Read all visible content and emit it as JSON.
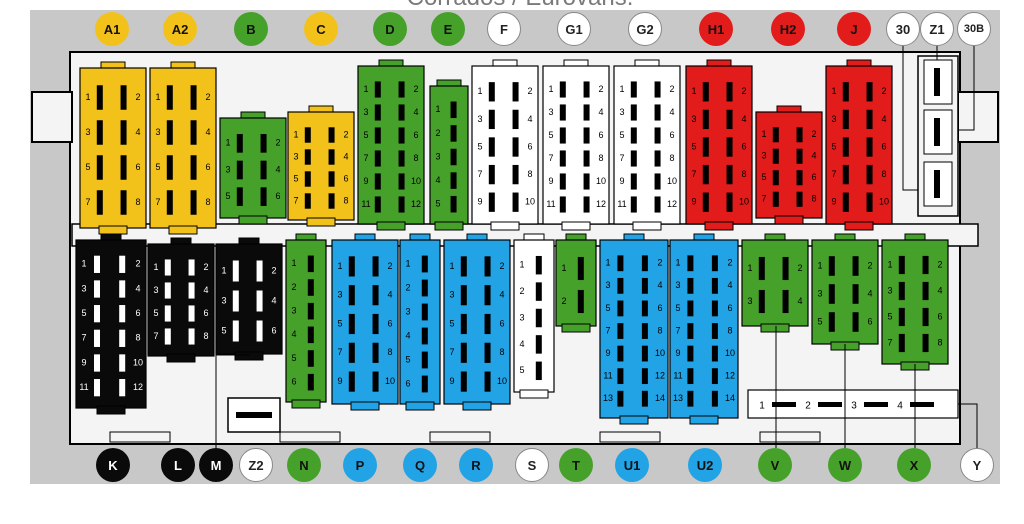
{
  "title": "Corrados / Eurovans.",
  "colors": {
    "yellow": "#f2c21b",
    "green": "#46a12b",
    "white": "#ffffff",
    "red": "#e21b1b",
    "black": "#0a0a0a",
    "blue": "#22a3e6",
    "grey": "#d5d5d5",
    "panel": "#c8c8c8"
  },
  "top_labels": [
    {
      "text": "A1",
      "color": "yellow"
    },
    {
      "text": "A2",
      "color": "yellow"
    },
    {
      "text": "B",
      "color": "green"
    },
    {
      "text": "C",
      "color": "yellow"
    },
    {
      "text": "D",
      "color": "green"
    },
    {
      "text": "E",
      "color": "green"
    },
    {
      "text": "F",
      "color": "white"
    },
    {
      "text": "G1",
      "color": "white"
    },
    {
      "text": "G2",
      "color": "white"
    },
    {
      "text": "H1",
      "color": "red"
    },
    {
      "text": "H2",
      "color": "red"
    },
    {
      "text": "J",
      "color": "red"
    },
    {
      "text": "30",
      "color": "white"
    },
    {
      "text": "Z1",
      "color": "white"
    },
    {
      "text": "30B",
      "color": "white"
    }
  ],
  "bottom_labels": [
    {
      "text": "K",
      "color": "black"
    },
    {
      "text": "L",
      "color": "black"
    },
    {
      "text": "M",
      "color": "black"
    },
    {
      "text": "Z2",
      "color": "white"
    },
    {
      "text": "N",
      "color": "green"
    },
    {
      "text": "P",
      "color": "blue"
    },
    {
      "text": "Q",
      "color": "blue"
    },
    {
      "text": "R",
      "color": "blue"
    },
    {
      "text": "S",
      "color": "white"
    },
    {
      "text": "T",
      "color": "green"
    },
    {
      "text": "U1",
      "color": "blue"
    },
    {
      "text": "U2",
      "color": "blue"
    },
    {
      "text": "V",
      "color": "green"
    },
    {
      "text": "W",
      "color": "green"
    },
    {
      "text": "X",
      "color": "green"
    },
    {
      "text": "Y",
      "color": "white"
    }
  ],
  "connectors_top": [
    {
      "id": "A1",
      "color": "yellow",
      "pins": 8,
      "layout": 2
    },
    {
      "id": "A2",
      "color": "yellow",
      "pins": 8,
      "layout": 2
    },
    {
      "id": "B",
      "color": "green",
      "pins": 6,
      "layout": 2
    },
    {
      "id": "C",
      "color": "yellow",
      "pins": 8,
      "layout": 2
    },
    {
      "id": "D",
      "color": "green",
      "pins": 12,
      "layout": 2
    },
    {
      "id": "E",
      "color": "green",
      "pins": 5,
      "layout": 1
    },
    {
      "id": "F",
      "color": "white",
      "pins": 10,
      "layout": 2
    },
    {
      "id": "G1",
      "color": "white",
      "pins": 12,
      "layout": 2
    },
    {
      "id": "G2",
      "color": "white",
      "pins": 12,
      "layout": 2
    },
    {
      "id": "H1",
      "color": "red",
      "pins": 10,
      "layout": 2
    },
    {
      "id": "H2",
      "color": "red",
      "pins": 8,
      "layout": 2
    },
    {
      "id": "J",
      "color": "red",
      "pins": 10,
      "layout": 2
    }
  ],
  "connectors_bottom": [
    {
      "id": "K",
      "color": "black",
      "pins": 12,
      "layout": 2
    },
    {
      "id": "L",
      "color": "black",
      "pins": 8,
      "layout": 2
    },
    {
      "id": "M",
      "color": "black",
      "pins": 6,
      "layout": 2
    },
    {
      "id": "N",
      "color": "green",
      "pins": 6,
      "layout": 1
    },
    {
      "id": "P",
      "color": "blue",
      "pins": 10,
      "layout": 2
    },
    {
      "id": "Q",
      "color": "blue",
      "pins": 6,
      "layout": 1
    },
    {
      "id": "R",
      "color": "blue",
      "pins": 10,
      "layout": 2
    },
    {
      "id": "S",
      "color": "white",
      "pins": 5,
      "layout": 1
    },
    {
      "id": "T",
      "color": "green",
      "pins": 2,
      "layout": 1
    },
    {
      "id": "U1",
      "color": "blue",
      "pins": 14,
      "layout": 2
    },
    {
      "id": "U2",
      "color": "blue",
      "pins": 14,
      "layout": 2
    },
    {
      "id": "V",
      "color": "green",
      "pins": 4,
      "layout": 2
    },
    {
      "id": "W",
      "color": "green",
      "pins": 6,
      "layout": 2
    },
    {
      "id": "X",
      "color": "green",
      "pins": 8,
      "layout": 2
    }
  ],
  "y_strip_pins": [
    "1",
    "2",
    "3",
    "4"
  ]
}
